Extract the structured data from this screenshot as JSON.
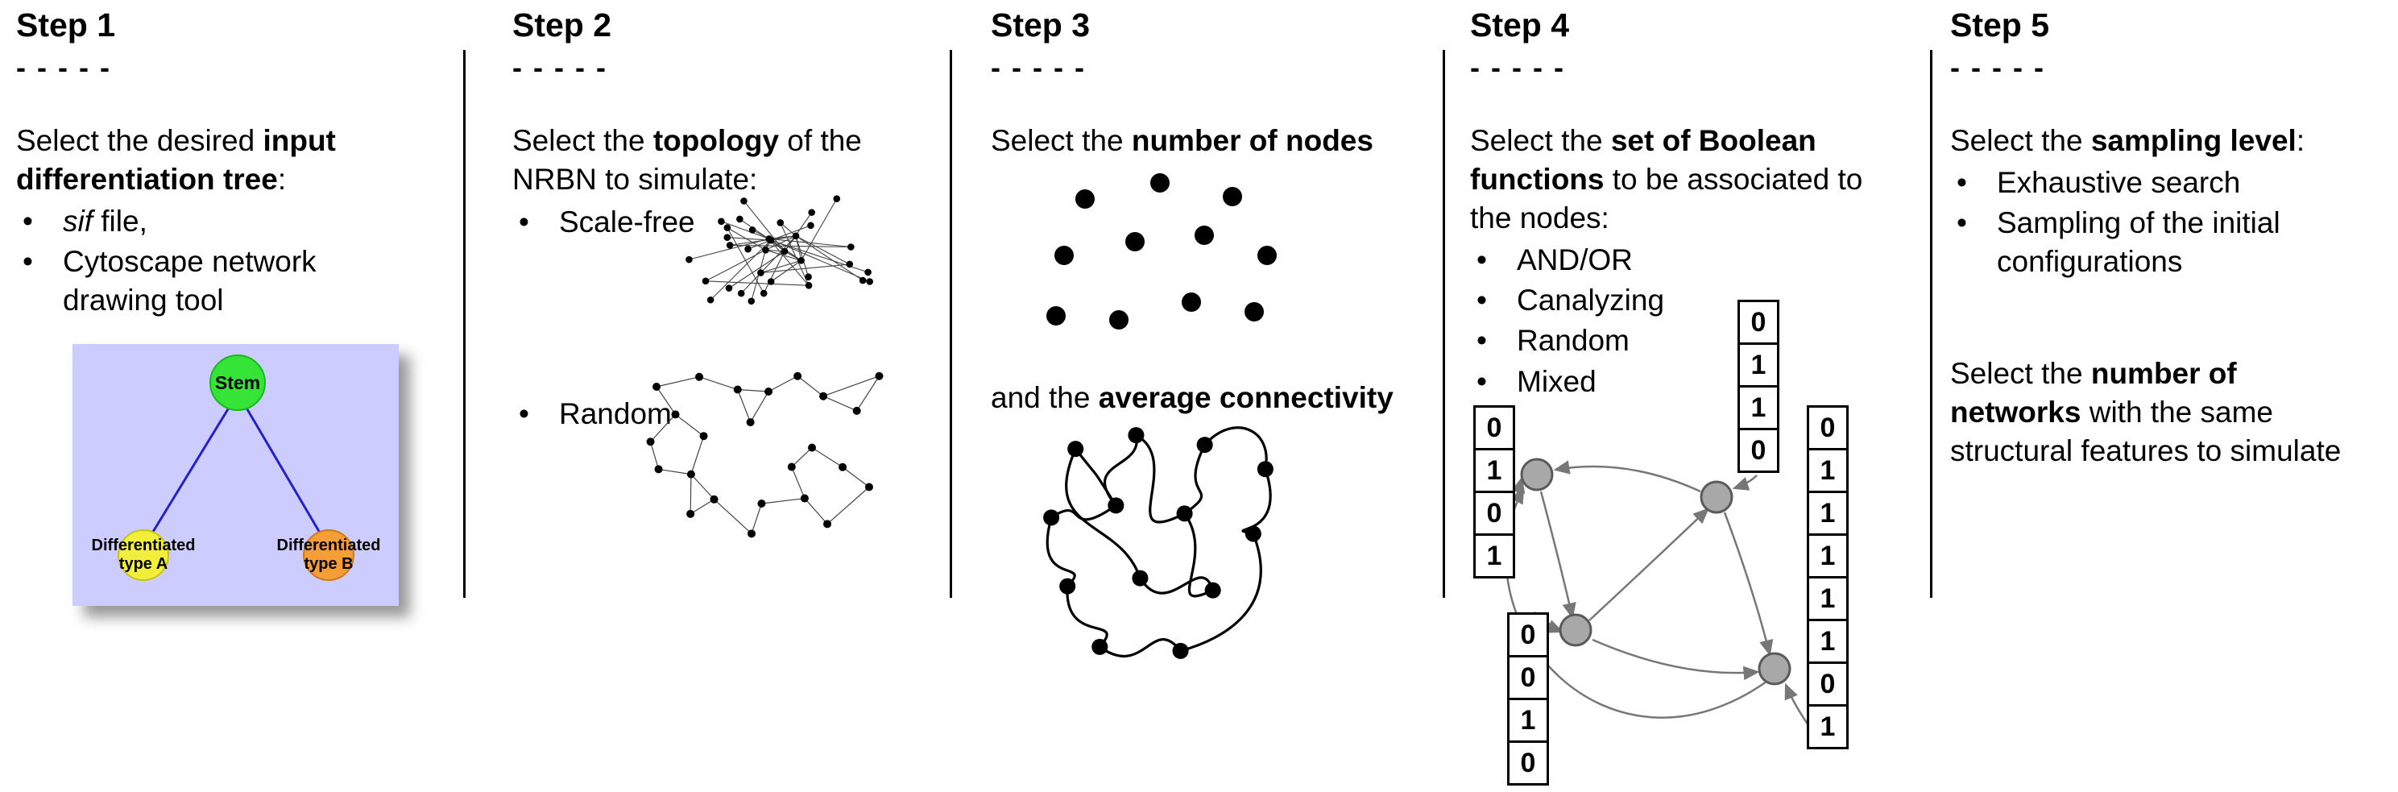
{
  "steps": [
    {
      "heading": "Step 1",
      "dashes": "- - - - -",
      "intro_html": "Select the desired <b>input</b><br><b>differentiation tree</b>:",
      "bullets_html": [
        "<i>sif</i> file,",
        "Cytoscape network<br>drawing tool"
      ],
      "tree": {
        "root_label": "Stem",
        "left_label_line1": "Differentiated",
        "left_label_line2": "type A",
        "right_label_line1": "Differentiated",
        "right_label_line2": "type B",
        "colors": {
          "background": "#ccccfe",
          "root": "#35e437",
          "left": "#f2ef3c",
          "right": "#f59e38",
          "edge": "#2222cc"
        }
      }
    },
    {
      "heading": "Step 2",
      "dashes": "- - - - -",
      "intro_html": "Select the <b>topology</b> of the<br>NRBN to simulate:",
      "bullets_html": [
        "Scale-free",
        "Random"
      ]
    },
    {
      "heading": "Step 3",
      "dashes": "- - - - -",
      "intro_html": "Select the <b>number of nodes</b>",
      "second_html": "and the <b>average connectivity</b>"
    },
    {
      "heading": "Step 4",
      "dashes": "- - - - -",
      "intro_html": "Select the <b>set of Boolean</b><br><b>functions</b> to be associated to<br>the nodes:",
      "bullets_html": [
        "AND/OR",
        "Canalyzing",
        "Random",
        "Mixed"
      ],
      "truth_vectors": {
        "left": [
          "0",
          "1",
          "0",
          "1"
        ],
        "top": [
          "0",
          "1",
          "1",
          "0"
        ],
        "bottom": [
          "0",
          "0",
          "1",
          "0"
        ],
        "right": [
          "0",
          "1",
          "1",
          "1",
          "1",
          "1",
          "0",
          "1"
        ]
      }
    },
    {
      "heading": "Step 5",
      "dashes": "- - - - -",
      "intro_html": "Select the <b>sampling level</b>:",
      "bullets_html": [
        "Exhaustive search",
        "Sampling of the initial<br>configurations"
      ],
      "second_html": "Select the <b>number of</b><br><b>networks</b> with the same<br>structural features to simulate"
    }
  ]
}
